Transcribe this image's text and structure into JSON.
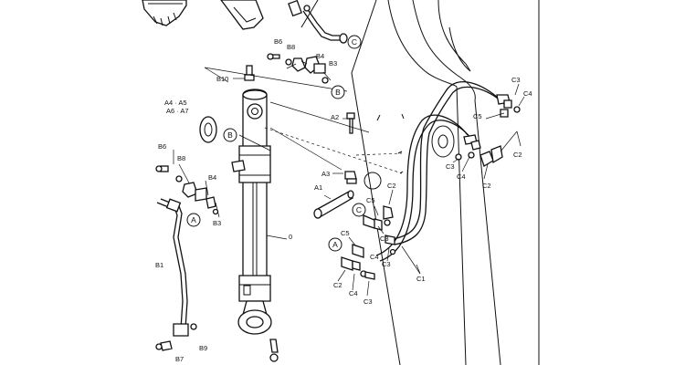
{
  "labels": {
    "b6a": "B6",
    "b8a": "B8",
    "b4a": "B4",
    "b3a": "B3",
    "b10": "B10",
    "a4a5": "A4 · A5",
    "a6a7": "A6 · A7",
    "a2": "A2",
    "a3": "A3",
    "a1": "A1",
    "b6b": "B6",
    "b8b": "B8",
    "b4b": "B4",
    "b3b": "B3",
    "zero": "0",
    "b1": "B1",
    "b9": "B9",
    "b7": "B7",
    "c3a": "C3",
    "c4a": "C4",
    "c5a": "C5",
    "c3b": "C3",
    "c4b": "C4",
    "c2a": "C2",
    "c2b": "C2",
    "c5b": "C5",
    "c2c": "C2",
    "c5c": "C5",
    "c3c": "C3",
    "c4c": "C4",
    "c2d": "C2",
    "c3d": "C3",
    "c1": "C1",
    "c4d": "C4",
    "c3e": "C3"
  },
  "callouts": {
    "c_top": "C",
    "b_top": "B",
    "b_mid": "B",
    "a_left": "A",
    "c_mid": "C",
    "a_mid": "A"
  }
}
